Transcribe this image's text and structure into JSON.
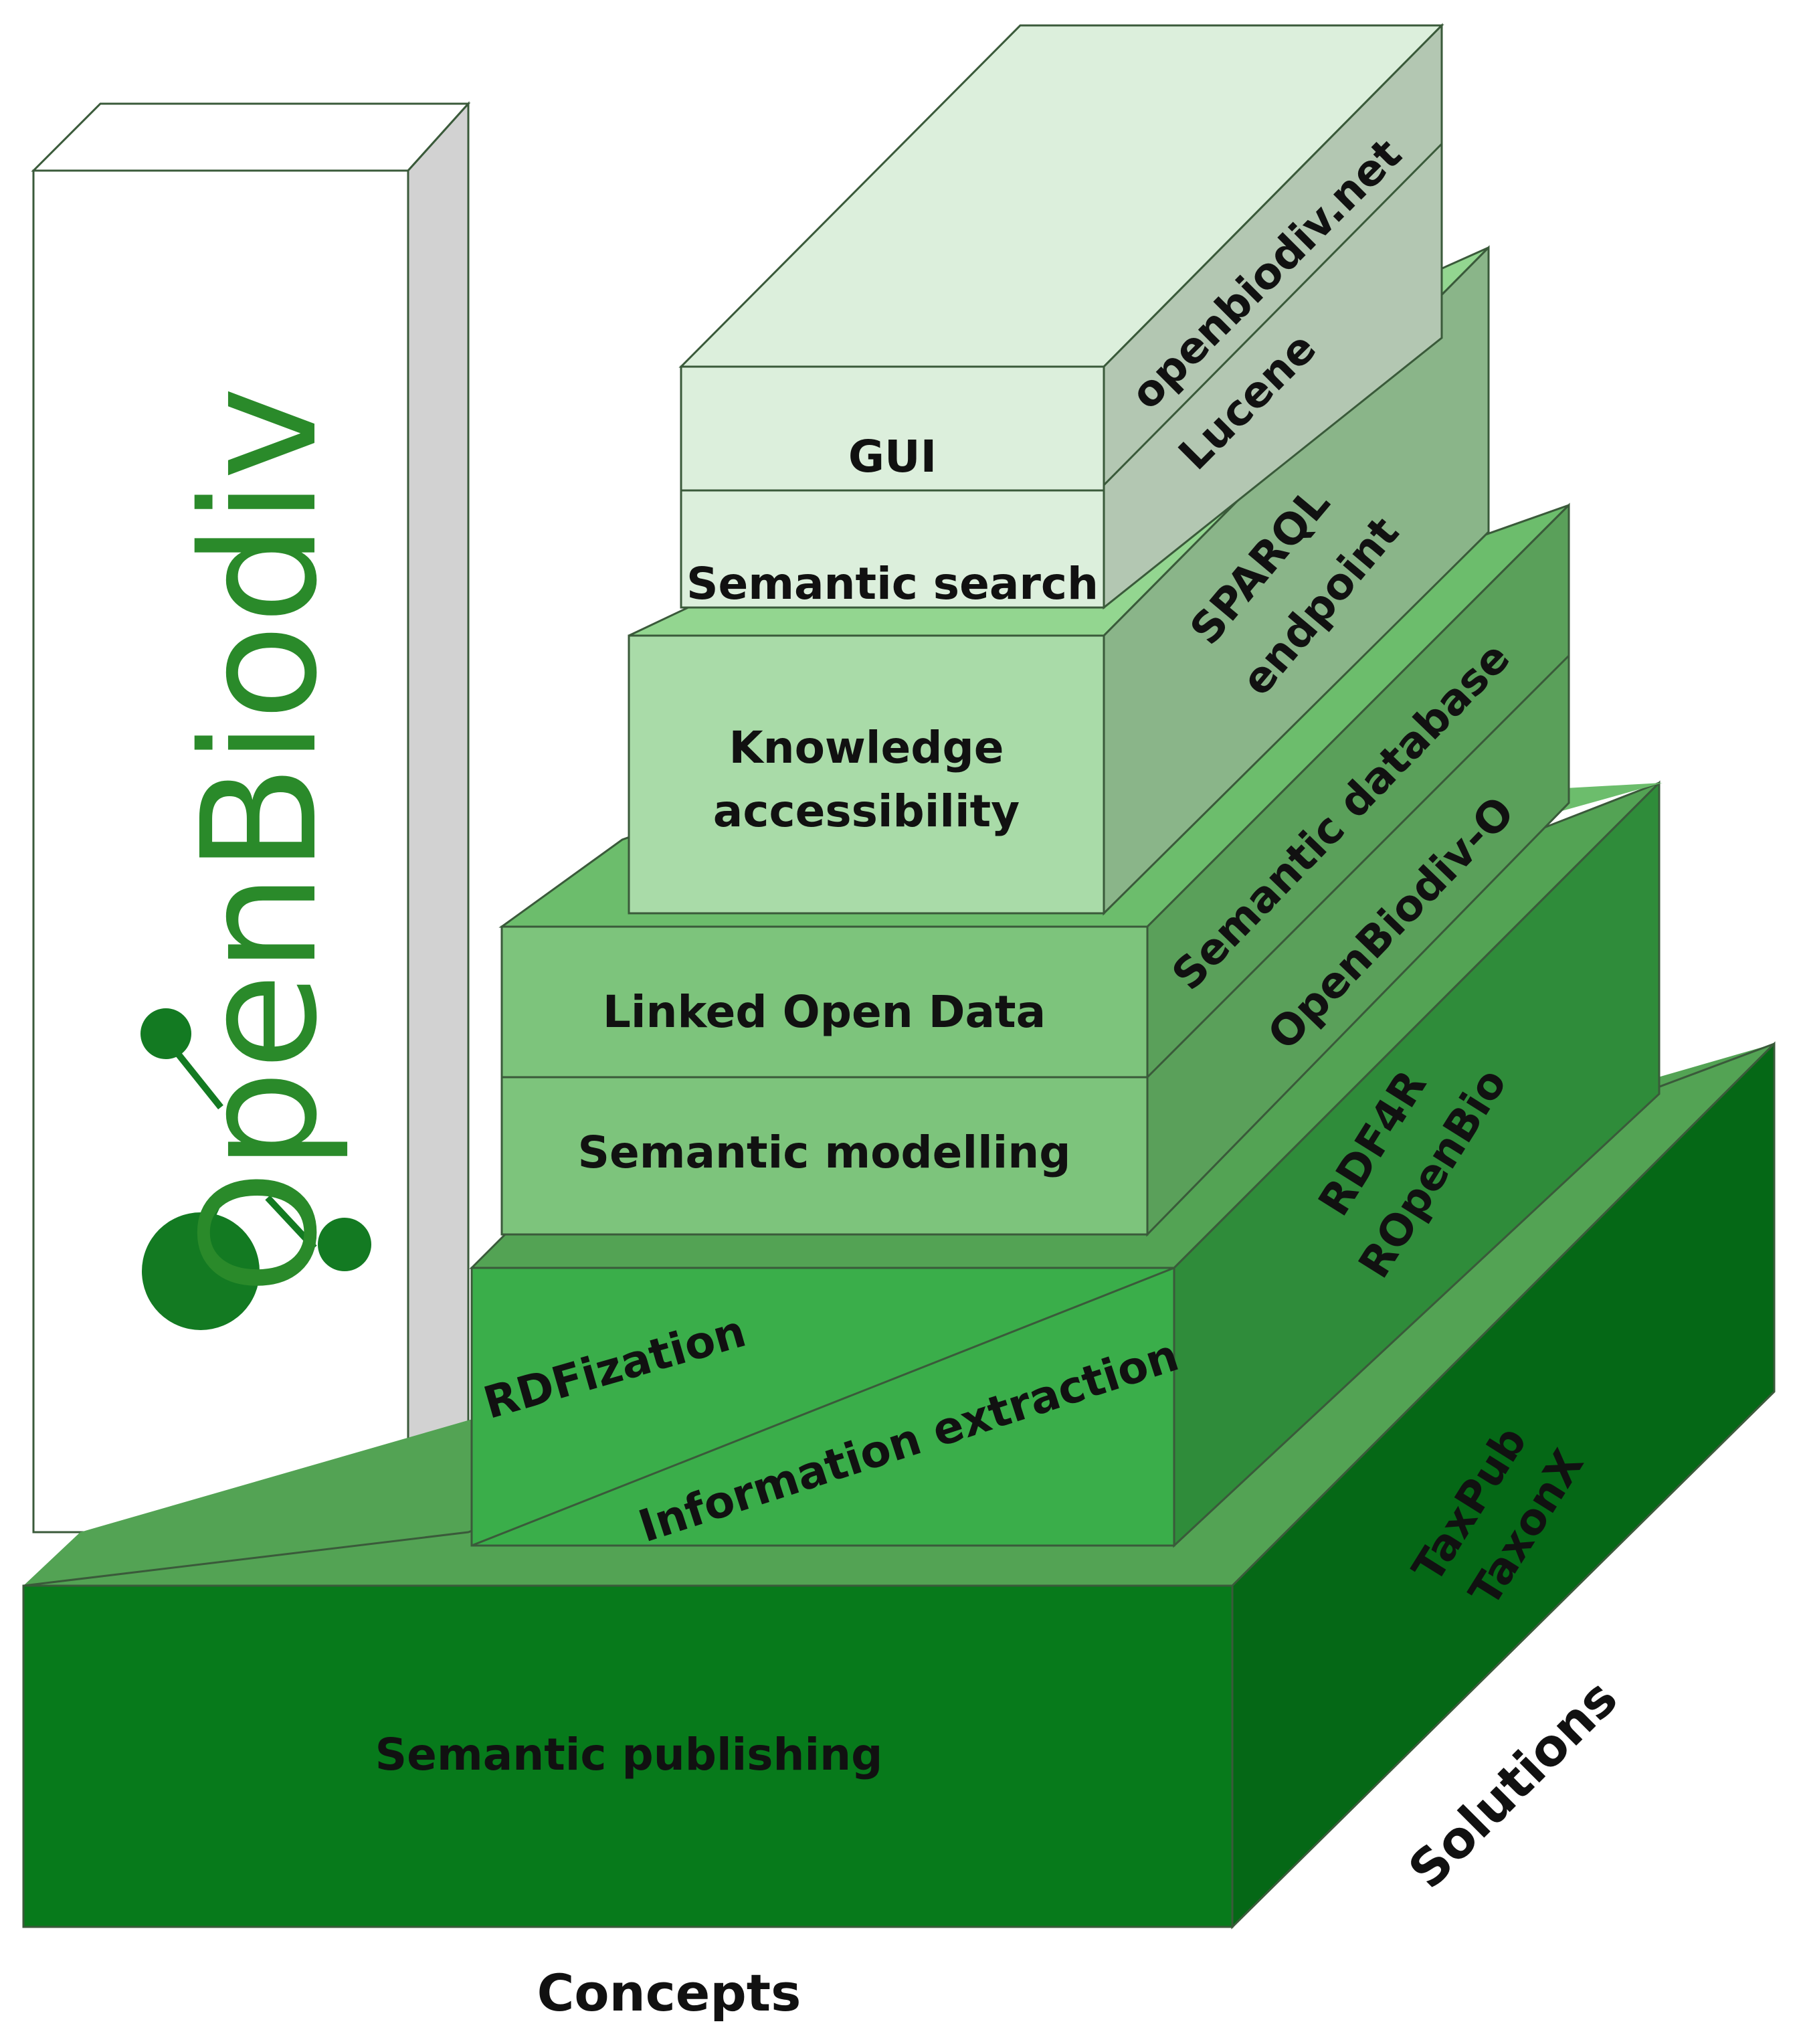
{
  "logo": {
    "text": "OpenBiodiv"
  },
  "layers": {
    "l1": {
      "concepts": [
        "Semantic publishing"
      ],
      "solutions": [
        "TaxPub",
        "TaxonX"
      ]
    },
    "l2": {
      "concepts": [
        "RDFization",
        "Information extraction"
      ],
      "solutions": [
        "RDF4R",
        "ROpenBio"
      ]
    },
    "l3": {
      "concepts": [
        "Linked Open Data",
        "Semantic modelling"
      ],
      "solutions": [
        "Semantic database",
        "OpenBiodiv-O"
      ]
    },
    "l4": {
      "concepts": [
        "Knowledge",
        "accessibility"
      ],
      "solutions": [
        "SPARQL",
        "endpoint"
      ]
    },
    "l5": {
      "concepts": [
        "GUI",
        "Semantic search"
      ],
      "solutions": [
        "openbiodiv.net",
        "Lucene"
      ]
    }
  },
  "axes": {
    "front": "Concepts",
    "side": "Solutions"
  },
  "colors": {
    "l1_front": "#077a1b",
    "l1_top": "#53a354",
    "l1_side": "#056816",
    "l2_front": "#3aae4a",
    "l2_side": "#2f8c3a",
    "l3_front": "#7dc47c",
    "l3_top": "#6cbd6c",
    "l3_side": "#5aa05a",
    "l4_front": "#a9dba8",
    "l4_top": "#93d690",
    "l4_side": "#8ab589",
    "l5_front": "#dcefdc",
    "l5_top": "#dcefdc",
    "l5_side": "#b3c7b2",
    "pillar_front": "#ffffff",
    "pillar_side": "#d2d2d2",
    "logo": "#2a8a2a"
  }
}
